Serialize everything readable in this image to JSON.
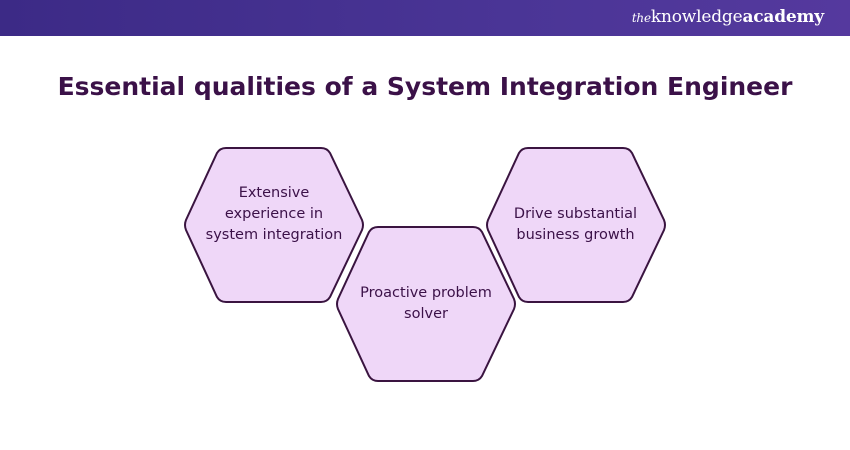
{
  "header": {
    "brand_prefix": "the",
    "brand_main": "knowledge",
    "brand_bold": "academy"
  },
  "title": "Essential qualities of a System Integration Engineer",
  "colors": {
    "hex_fill": "#efd7f8",
    "hex_stroke": "#3a1440",
    "title": "#3b1148",
    "band": "#45318f"
  },
  "qualities": [
    {
      "label": "Extensive experience in system integration"
    },
    {
      "label": "Proactive problem solver"
    },
    {
      "label": "Drive substantial business growth"
    }
  ]
}
